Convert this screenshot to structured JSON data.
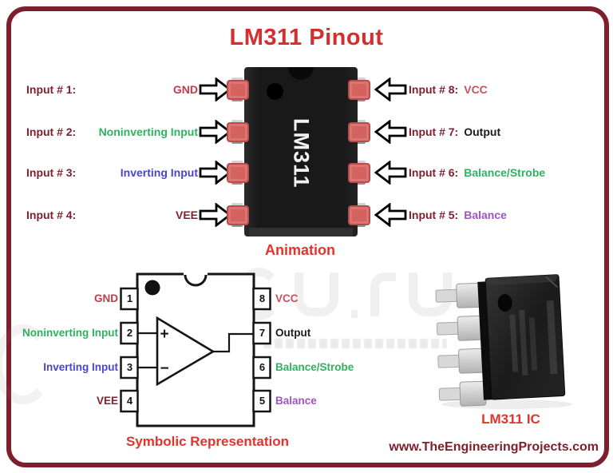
{
  "title": "LM311 Pinout",
  "captions": {
    "animation": "Animation",
    "symbolic": "Symbolic Representation",
    "photo": "LM311 IC"
  },
  "website": "www.TheEngineeringProjects.com",
  "chip": {
    "label": "LM311"
  },
  "colors": {
    "frame_maroon": "#7d1f2d",
    "title_red": "#d42e2e",
    "caption_red": "#e0342c",
    "pad_red": "#d4625f",
    "pad_border": "#b84b4b",
    "green": "#2fb25e",
    "blue": "#4b44c9",
    "purple": "#9c57bd",
    "crimson": "#c23b49",
    "dark_red": "#8b1e2e",
    "black": "#1b1b1b"
  },
  "animation_left_rows": [
    {
      "input_label": "Input # 1:",
      "signal": "GND",
      "color": "#c23b49"
    },
    {
      "input_label": "Input # 2:",
      "signal": "Noninverting Input",
      "color": "#2fb25e"
    },
    {
      "input_label": "Input # 3:",
      "signal": "Inverting Input",
      "color": "#4b44c9"
    },
    {
      "input_label": "Input # 4:",
      "signal": "VEE",
      "color": "#8b1e2e"
    }
  ],
  "animation_right_rows": [
    {
      "input_label": "Input # 8:",
      "signal": "VCC",
      "color": "#c9505c"
    },
    {
      "input_label": "Input # 7:",
      "signal": "Output",
      "color": "#1b1b1b"
    },
    {
      "input_label": "Input # 6:",
      "signal": "Balance/Strobe",
      "color": "#2fb25e"
    },
    {
      "input_label": "Input # 5:",
      "signal": "Balance",
      "color": "#9c57bd"
    }
  ],
  "symbolic": {
    "left_pins": [
      {
        "number": "1",
        "label": "GND",
        "color": "#c23b49"
      },
      {
        "number": "2",
        "label": "Noninverting Input",
        "color": "#2fb25e"
      },
      {
        "number": "3",
        "label": "Inverting Input",
        "color": "#4b44c9"
      },
      {
        "number": "4",
        "label": "VEE",
        "color": "#8b1e2e"
      }
    ],
    "right_pins": [
      {
        "number": "8",
        "label": "VCC",
        "color": "#c9505c"
      },
      {
        "number": "7",
        "label": "Output",
        "color": "#1b1b1b"
      },
      {
        "number": "6",
        "label": "Balance/Strobe",
        "color": "#2fb25e"
      },
      {
        "number": "5",
        "label": "Balance",
        "color": "#9c57bd"
      }
    ],
    "opamp_plus": "+",
    "opamp_minus": "−"
  }
}
